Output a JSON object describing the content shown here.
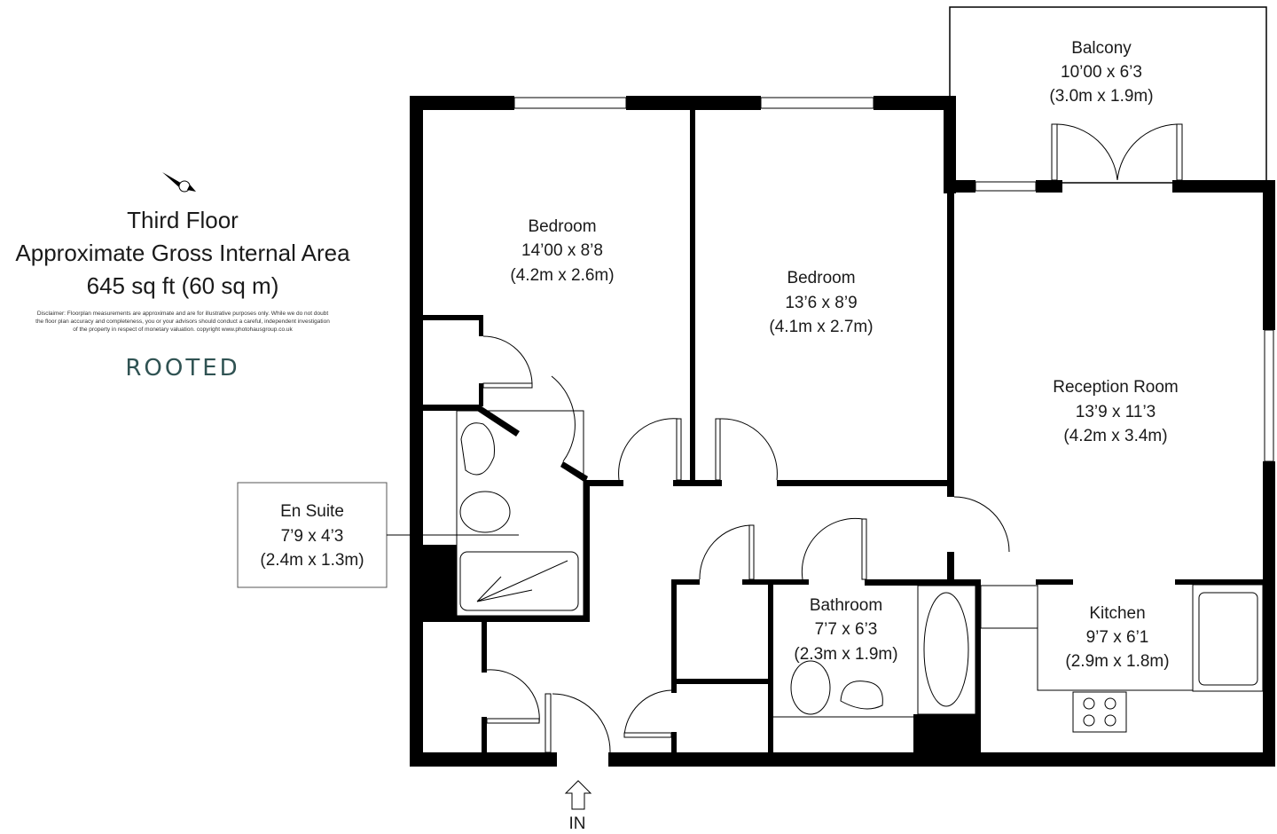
{
  "header": {
    "floor": "Third Floor",
    "area_label": "Approximate Gross Internal Area",
    "area_value": "645 sq ft (60 sq m)",
    "disclaimer": "Disclaimer: Floorplan measurements are approximate and are for illustrative purposes only. While we do not doubt the floor plan accuracy and completeness, you or your advisors should conduct a careful, independent investigation of the property in respect of monetary valuation. copyright www.photohausgroup.co.uk",
    "logo": "ROOTED",
    "compass": "N"
  },
  "rooms": {
    "balcony": {
      "name": "Balcony",
      "imperial": "10’00 x 6’3",
      "metric": "(3.0m x 1.9m)"
    },
    "bedroom1": {
      "name": "Bedroom",
      "imperial": "14’00 x 8’8",
      "metric": "(4.2m x 2.6m)"
    },
    "bedroom2": {
      "name": "Bedroom",
      "imperial": "13’6 x 8’9",
      "metric": "(4.1m x 2.7m)"
    },
    "reception": {
      "name": "Reception Room",
      "imperial": "13’9 x 11’3",
      "metric": "(4.2m x 3.4m)"
    },
    "ensuite": {
      "name": "En Suite",
      "imperial": "7’9 x 4’3",
      "metric": "(2.4m x 1.3m)"
    },
    "bathroom": {
      "name": "Bathroom",
      "imperial": "7’7 x 6’3",
      "metric": "(2.3m x 1.9m)"
    },
    "kitchen": {
      "name": "Kitchen",
      "imperial": "9’7 x 6’1",
      "metric": "(2.9m x 1.8m)"
    }
  },
  "entrance": {
    "label": "IN"
  },
  "colors": {
    "wall": "#000000",
    "logo": "#2f5252"
  }
}
